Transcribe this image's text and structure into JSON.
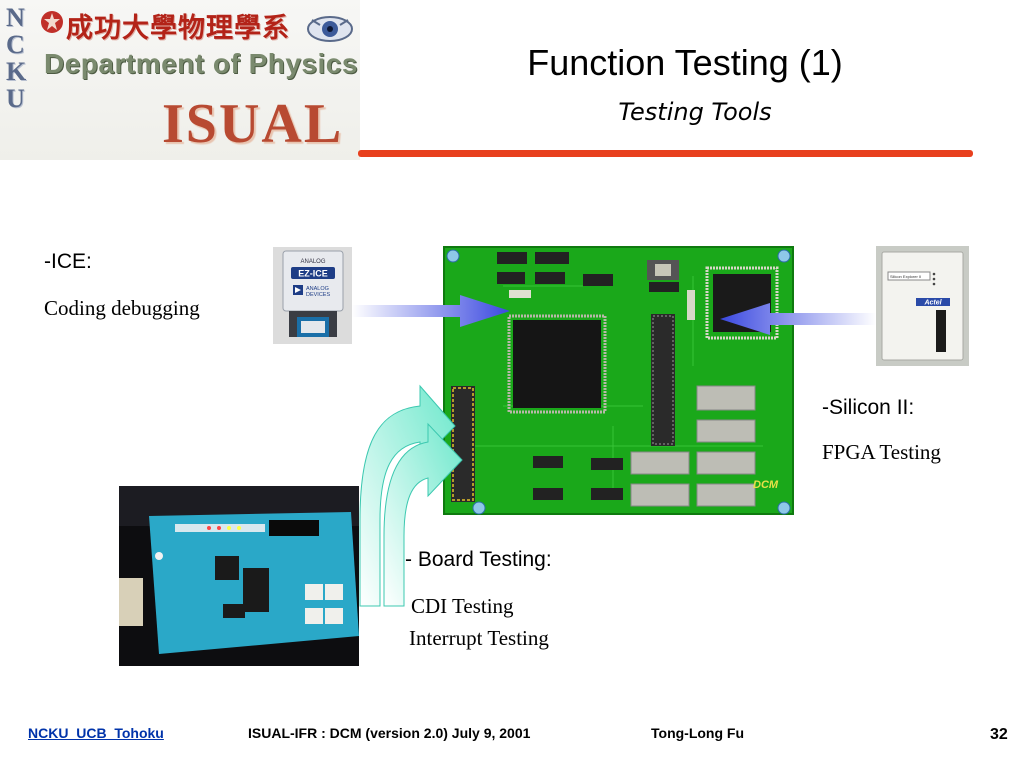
{
  "header": {
    "ncku_letters": [
      "N",
      "C",
      "K",
      "U"
    ],
    "chinese_name": "成功大學物理學系",
    "department": "Department of Physics",
    "isual": "ISUAL"
  },
  "slide": {
    "title": "Function Testing (1)",
    "subtitle": "Testing Tools",
    "accent_color": "#e8401e"
  },
  "ice": {
    "heading": "-ICE:",
    "text": "Coding  debugging"
  },
  "silicon": {
    "heading": "-Silicon II:",
    "text": "FPGA Testing"
  },
  "board": {
    "heading": "- Board Testing:",
    "items": [
      "CDI Testing",
      "Interrupt Testing"
    ]
  },
  "images": {
    "ice_photo": {
      "brand_top": "ANALOG",
      "product": "EZ-ICE",
      "brand_line1": "ANALOG",
      "brand_line2": "DEVICES"
    },
    "actel_photo": {
      "brand": "Actel",
      "model": "Silicon Explorer II"
    },
    "pcb": {
      "label": "DCM",
      "board_color": "#1aa81a"
    },
    "board_photo": {
      "board_color": "#2aa8c8"
    }
  },
  "footer": {
    "org": "NCKU_UCB_Tohoku",
    "event": "ISUAL-IFR : DCM (version 2.0)  July  9, 2001",
    "author": "Tong-Long Fu",
    "page": "32"
  }
}
